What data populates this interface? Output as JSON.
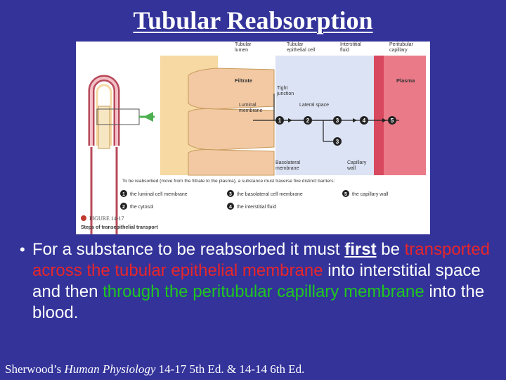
{
  "title": "Tubular Reabsorption",
  "figure": {
    "headers": {
      "tubular_lumen": [
        "Tubular",
        "lumen"
      ],
      "epithelial_cell": [
        "Tubular",
        "epithelial cell"
      ],
      "interstitial_fluid": [
        "Interstitial",
        "fluid"
      ],
      "capillary": [
        "Peritubular",
        "capillary"
      ]
    },
    "labels": {
      "filtrate": "Filtrate",
      "plasma": "Plasma",
      "tight_junction": [
        "Tight",
        "junction"
      ],
      "luminal_membrane": [
        "Luminal",
        "membrane"
      ],
      "lateral_space": "Lateral space",
      "basolateral_membrane": [
        "Basolateral",
        "membrane"
      ],
      "capillary_wall": [
        "Capillary",
        "wall"
      ]
    },
    "steps": [
      "1",
      "2",
      "3",
      "4",
      "5"
    ],
    "caption": "To be reabsorbed (move from the filtrate to the plasma), a substance must traverse five distinct barriers:",
    "legend": [
      {
        "num": "1",
        "text": "the luminal cell membrane"
      },
      {
        "num": "2",
        "text": "the cytosol"
      },
      {
        "num": "3",
        "text": "the basolateral cell membrane"
      },
      {
        "num": "4",
        "text": "the interstitial fluid"
      },
      {
        "num": "5",
        "text": "the capillary wall"
      }
    ],
    "figure_number": "FIGURE 14-17",
    "figure_title": "Steps of transepithelial transport"
  },
  "bullet": {
    "part1": "For a substance to be reabsorbed it must ",
    "emph": "first",
    "part2": " be ",
    "red": "transported across the tubular epithelial membrane",
    "part3": " into interstitial space and then ",
    "green": "through the peritubular capillary membrane",
    "part4": " into the blood."
  },
  "citation": {
    "prefix": "Sherwood’s ",
    "book": "Human Physiology",
    "suffix": " 14-17 5th Ed. & 14-14 6th Ed."
  },
  "colors": {
    "background": "#33339a",
    "filtrate": "#f6d9a3",
    "cell": "#f2c9a3",
    "interstitial": "#dce3f4",
    "plasma": "#ea7a88",
    "capillary_wall": "#d8485e",
    "step_circle": "#222222",
    "nephron_green": "#4caf50"
  }
}
